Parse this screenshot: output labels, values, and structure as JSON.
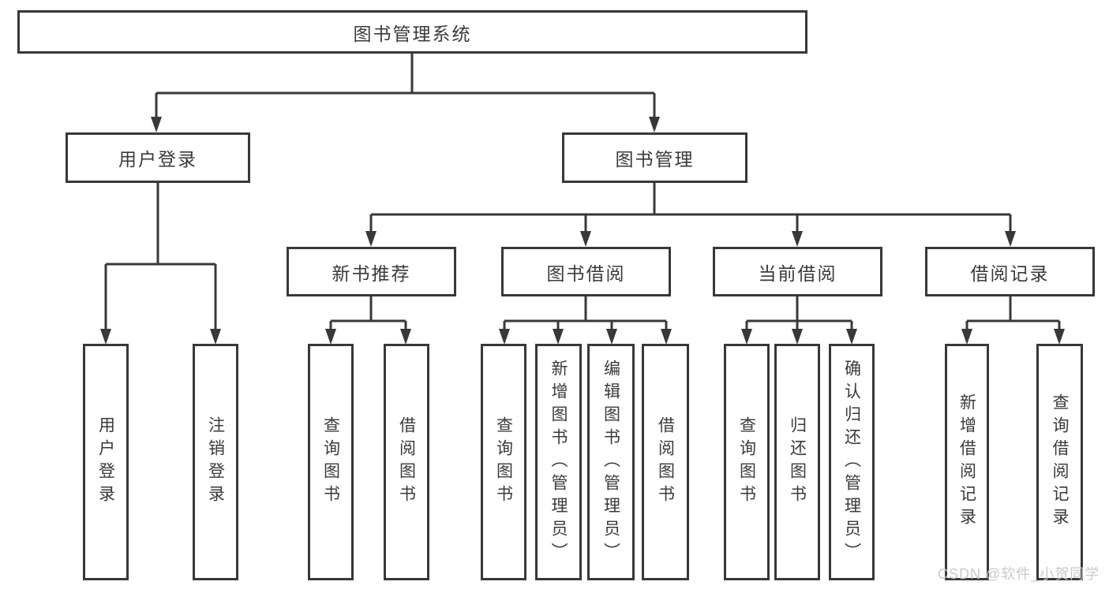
{
  "diagram": {
    "root": {
      "label": "图书管理系统"
    },
    "branches": [
      {
        "label": "用户登录",
        "children": [
          {
            "label": "用户登录"
          },
          {
            "label": "注销登录"
          }
        ]
      },
      {
        "label": "图书管理",
        "children": [
          {
            "label": "新书推荐",
            "children": [
              {
                "label": "查询图书"
              },
              {
                "label": "借阅图书"
              }
            ]
          },
          {
            "label": "图书借阅",
            "children": [
              {
                "label": "查询图书"
              },
              {
                "label": "新增图书（管理员）"
              },
              {
                "label": "编辑图书（管理员）"
              },
              {
                "label": "借阅图书"
              }
            ]
          },
          {
            "label": "当前借阅",
            "children": [
              {
                "label": "查询图书"
              },
              {
                "label": "归还图书"
              },
              {
                "label": "确认归还（管理员）"
              }
            ]
          },
          {
            "label": "借阅记录",
            "children": [
              {
                "label": "新增借阅记录"
              },
              {
                "label": "查询借阅记录"
              }
            ]
          }
        ]
      }
    ]
  },
  "watermark": {
    "text": "CSDN @软件_小贺同学"
  },
  "colors": {
    "line": "#383838",
    "text": "#3a3a3a",
    "background": "#ffffff",
    "watermark": "#c9c9c9"
  }
}
